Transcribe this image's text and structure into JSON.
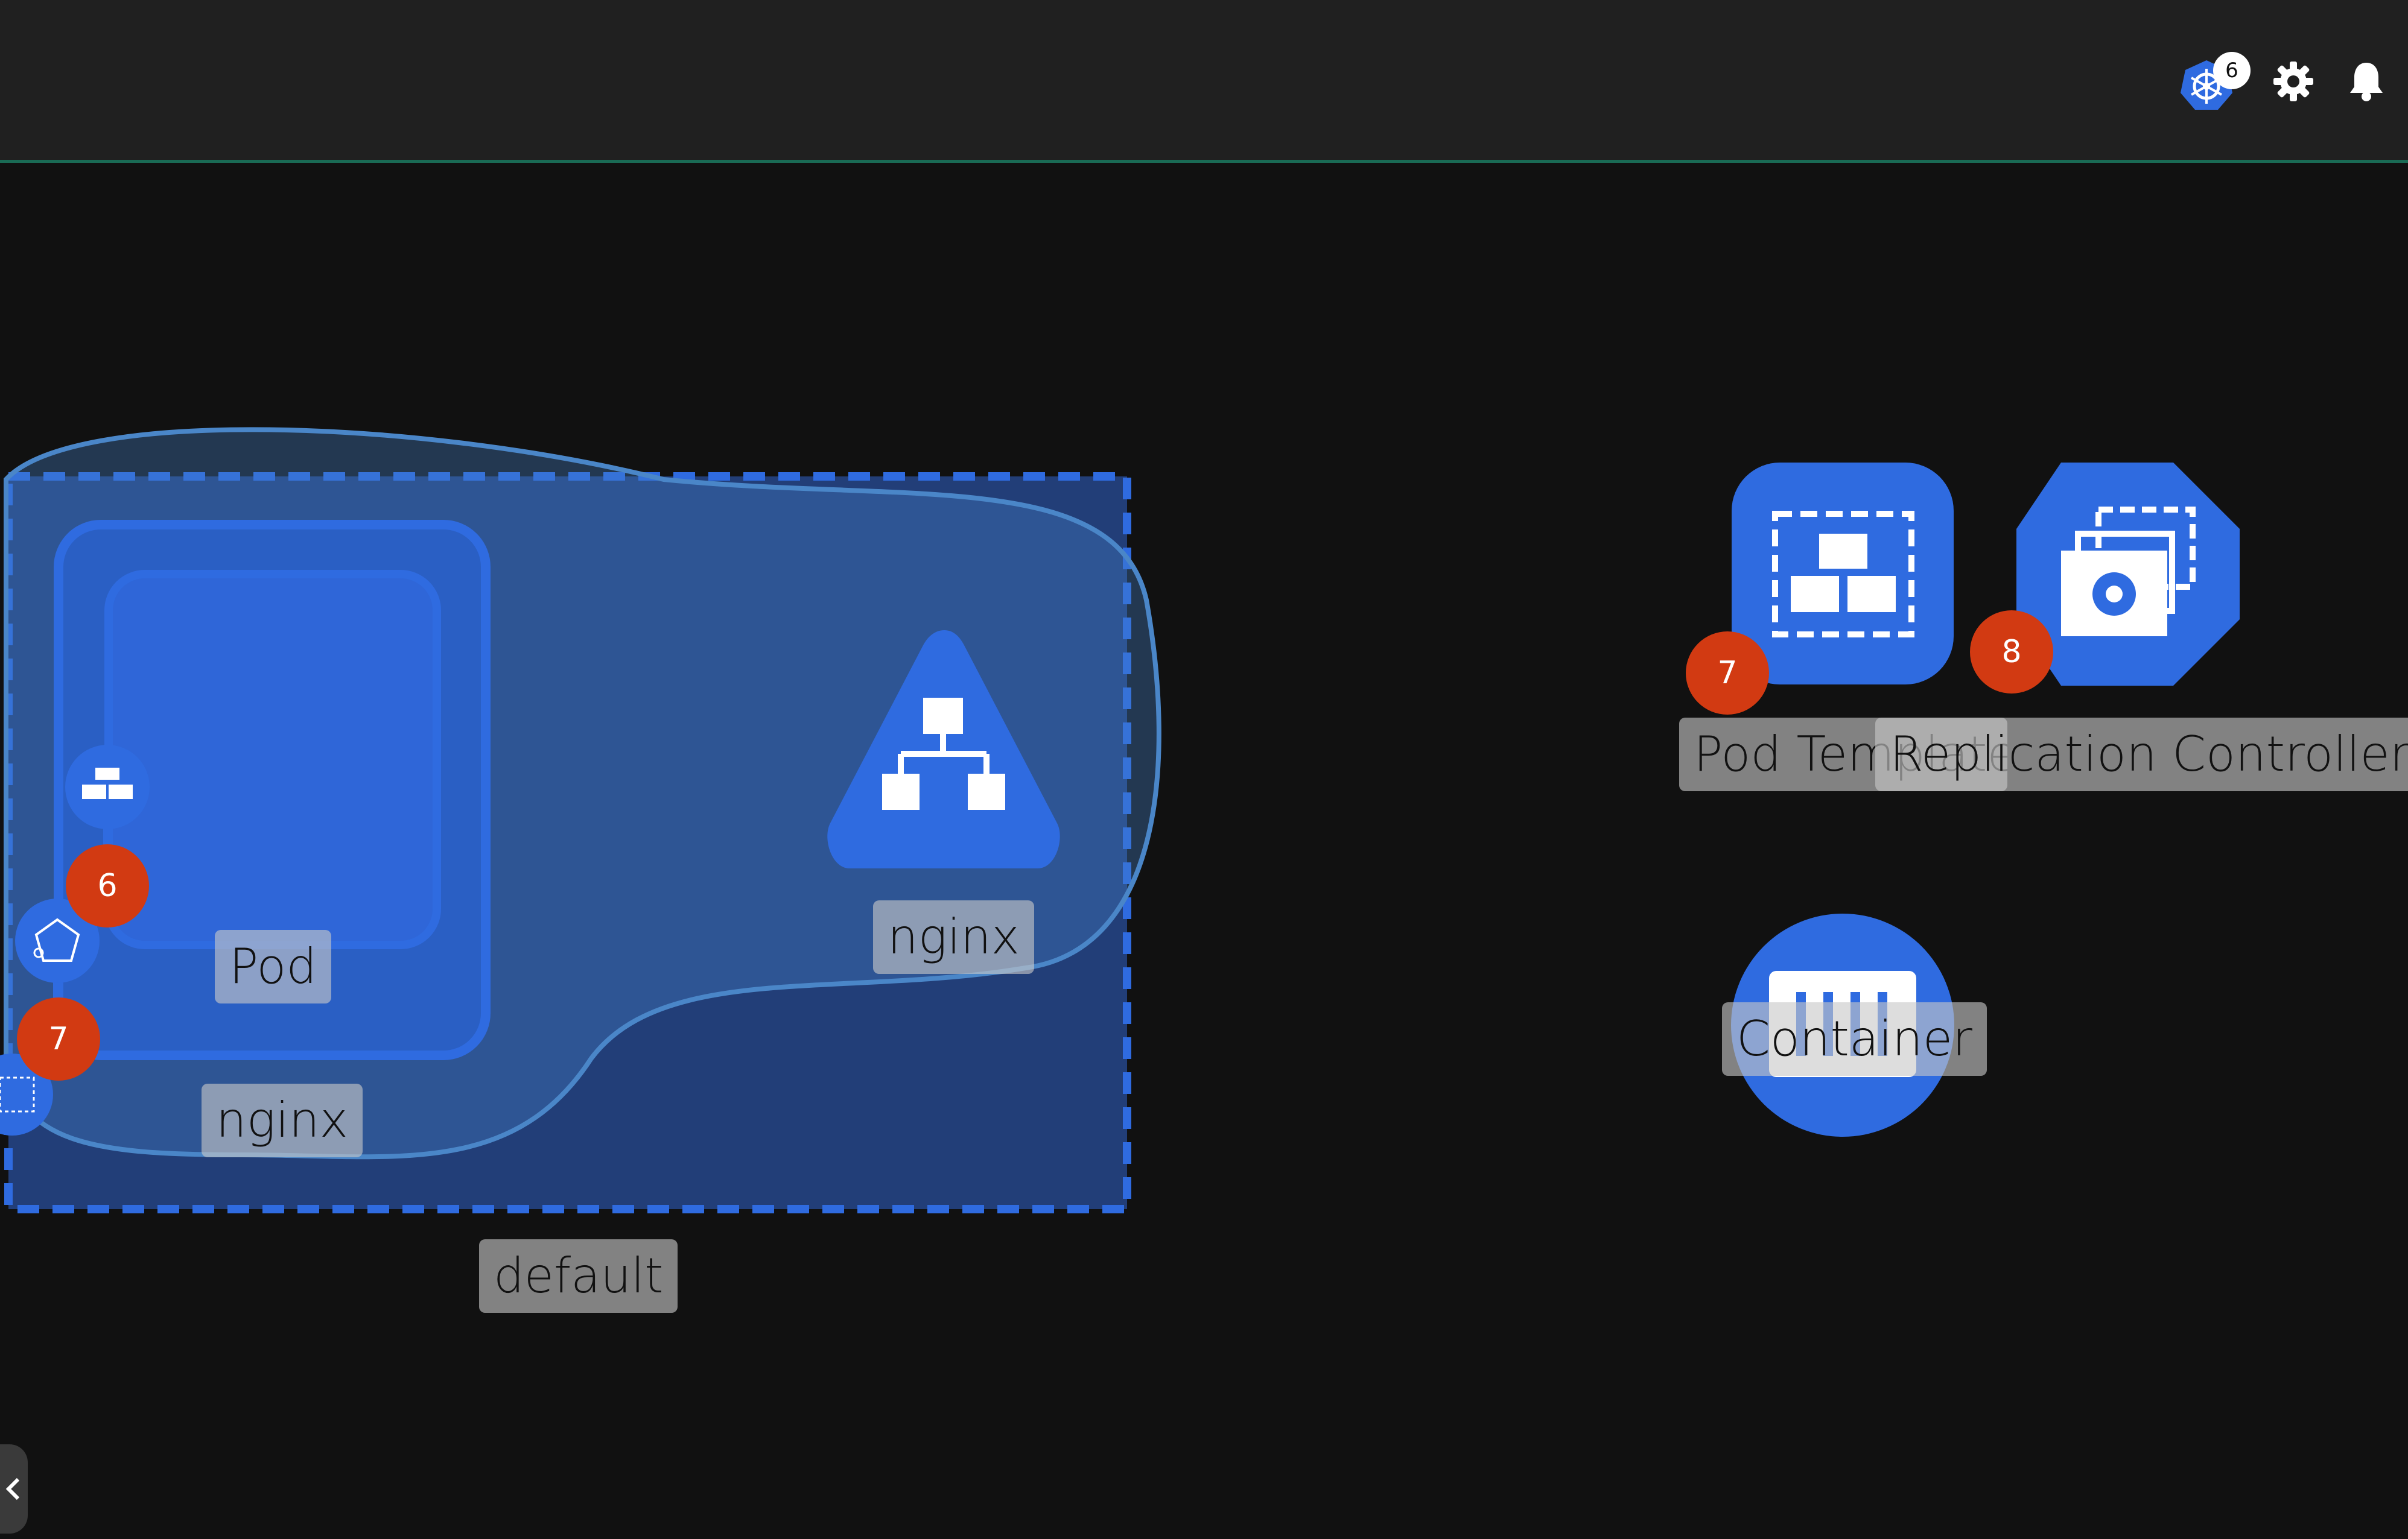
{
  "topbar": {
    "kube_count": "6",
    "icons": [
      "kubernetes-icon",
      "gear-icon",
      "bell-icon"
    ]
  },
  "canvas": {
    "namespace_label": "default",
    "deployment_label": "nginx",
    "pod_label": "Pod",
    "service_label": "nginx",
    "pod_badge": "6",
    "replicaset_badge": "7",
    "pod_template_label": "Pod Template",
    "pod_template_badge": "7",
    "replication_controller_label": "Replication Controller",
    "replication_controller_badge": "8",
    "container_label": "Container"
  },
  "colors": {
    "background": "#111111",
    "topbar": "#202020",
    "accent_blue": "#2f6be0",
    "badge_red": "#d23a12",
    "label_bg": "#c8c8c8"
  }
}
